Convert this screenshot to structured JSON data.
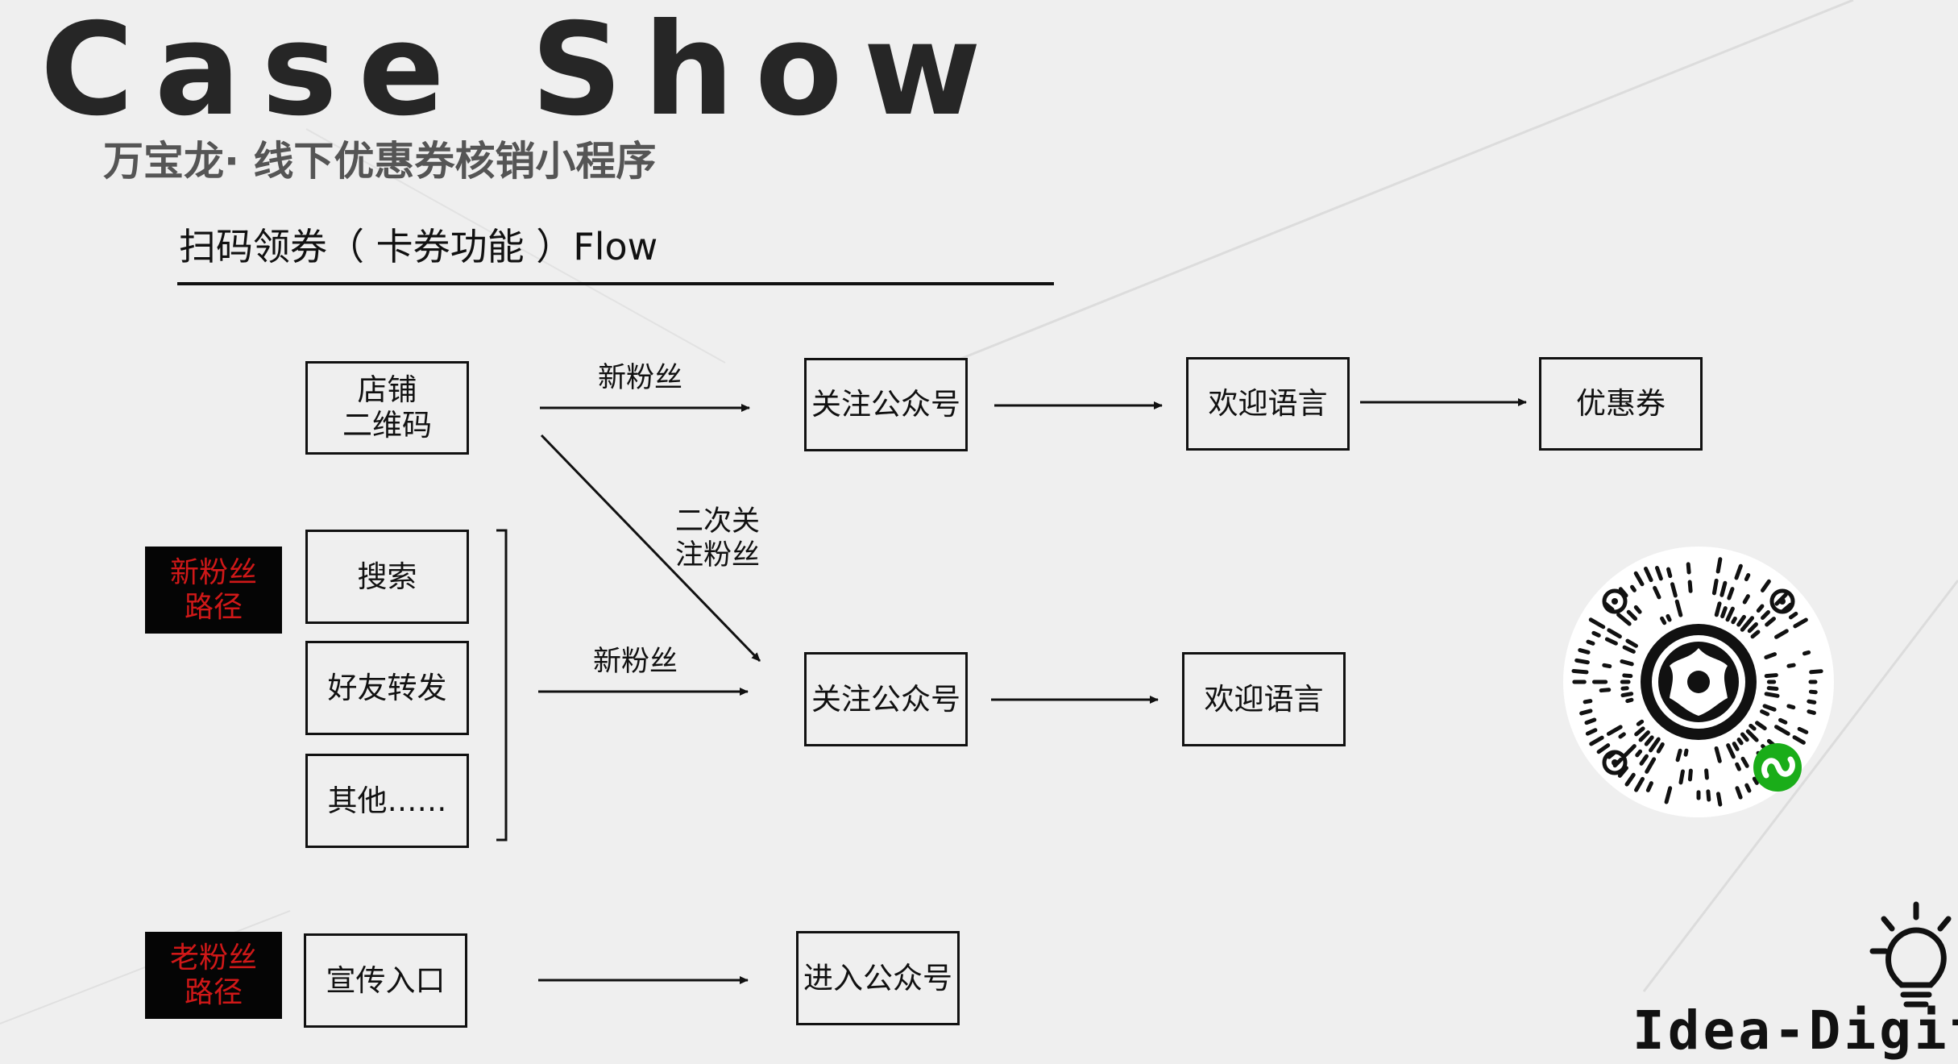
{
  "header": {
    "title": "Case Show",
    "subtitle": "万宝龙· 线下优惠券核销小程序",
    "section_title": "扫码领券（ 卡券功能 ）Flow"
  },
  "paths": {
    "new_fans": "新粉丝\n路径",
    "old_fans": "老粉丝\n路径"
  },
  "sources": {
    "store_qr": "店铺\n二维码",
    "search": "搜索",
    "friend_share": "好友转发",
    "other": "其他……",
    "promo_entry": "宣传入口"
  },
  "edge_labels": {
    "new_fan_top": "新粉丝",
    "re_follow": "二次关\n注粉丝",
    "new_fan_mid": "新粉丝"
  },
  "steps": {
    "follow_top": "关注公众号",
    "welcome_top": "欢迎语言",
    "coupon": "优惠券",
    "follow_mid": "关注公众号",
    "welcome_mid": "欢迎语言",
    "enter_account": "进入公众号"
  },
  "brand": {
    "name": "Idea-Digital",
    "logo_icon": "lightbulb-icon",
    "mini_program_icon": "wechat-mini-program-icon"
  },
  "colors": {
    "accent_red": "#d01818",
    "wechat_green": "#1aad19"
  }
}
